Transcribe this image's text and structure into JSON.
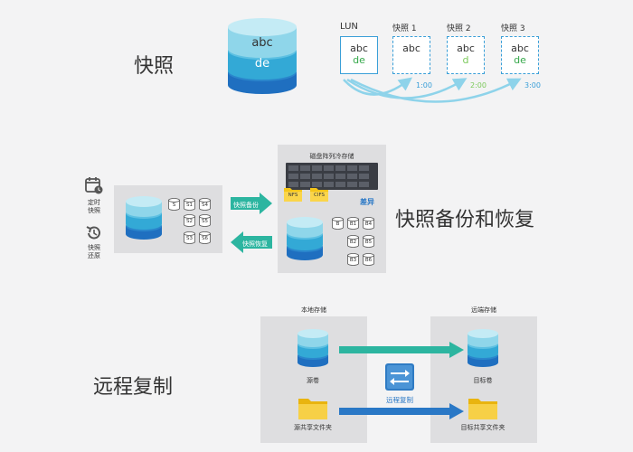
{
  "section1": {
    "title": "快照",
    "lun_cylinder": {
      "top_text": "abc",
      "mid_text": "de",
      "mid_color": "#ffffff"
    },
    "snapshots": [
      {
        "label": "LUN",
        "l1": "abc",
        "l2": "de",
        "l2_color": "#35a84a",
        "time": ""
      },
      {
        "label": "快照 1",
        "l1": "abc",
        "l2": "",
        "l2_color": "#35a84a",
        "time": "1:00",
        "time_color": "#3a9fd8"
      },
      {
        "label": "快照 2",
        "l1": "abc",
        "l2": "d",
        "l2_color": "#7bc95a",
        "time": "2:00",
        "time_color": "#7bc95a"
      },
      {
        "label": "快照 3",
        "l1": "abc",
        "l2": "de",
        "l2_color": "#35a84a",
        "time": "3:00",
        "time_color": "#3a9fd8"
      }
    ]
  },
  "section2": {
    "title": "快照备份和恢复",
    "timer_label": "定时\n快照",
    "restore_label": "快照\n还原",
    "backup_arrow": "快照备份",
    "restore_arrow": "快照恢复",
    "array_title": "磁盘阵列冷存储",
    "nfs": "NFS",
    "cifs": "CIFS",
    "diff": "差异",
    "local_snaps": [
      "S",
      "S1",
      "S4",
      "S2",
      "S5",
      "S3",
      "S6"
    ],
    "backup_snaps": [
      "B",
      "B1",
      "B4",
      "B2",
      "B5",
      "B3",
      "B6"
    ]
  },
  "section3": {
    "title": "远程复制",
    "local_storage": "本地存储",
    "remote_storage": "远端存储",
    "source_volume": "源卷",
    "target_volume": "目标卷",
    "source_share": "源共享文件夹",
    "target_share": "目标共享文件夹",
    "replication": "远程复制"
  },
  "colors": {
    "cyl_top": "#8fd6ea",
    "cyl_mid": "#33a9d6",
    "cyl_bottom": "#1f6fc0",
    "teal": "#2cb5a0",
    "blue": "#2a78c6",
    "dashed": "#3a9fd8"
  }
}
